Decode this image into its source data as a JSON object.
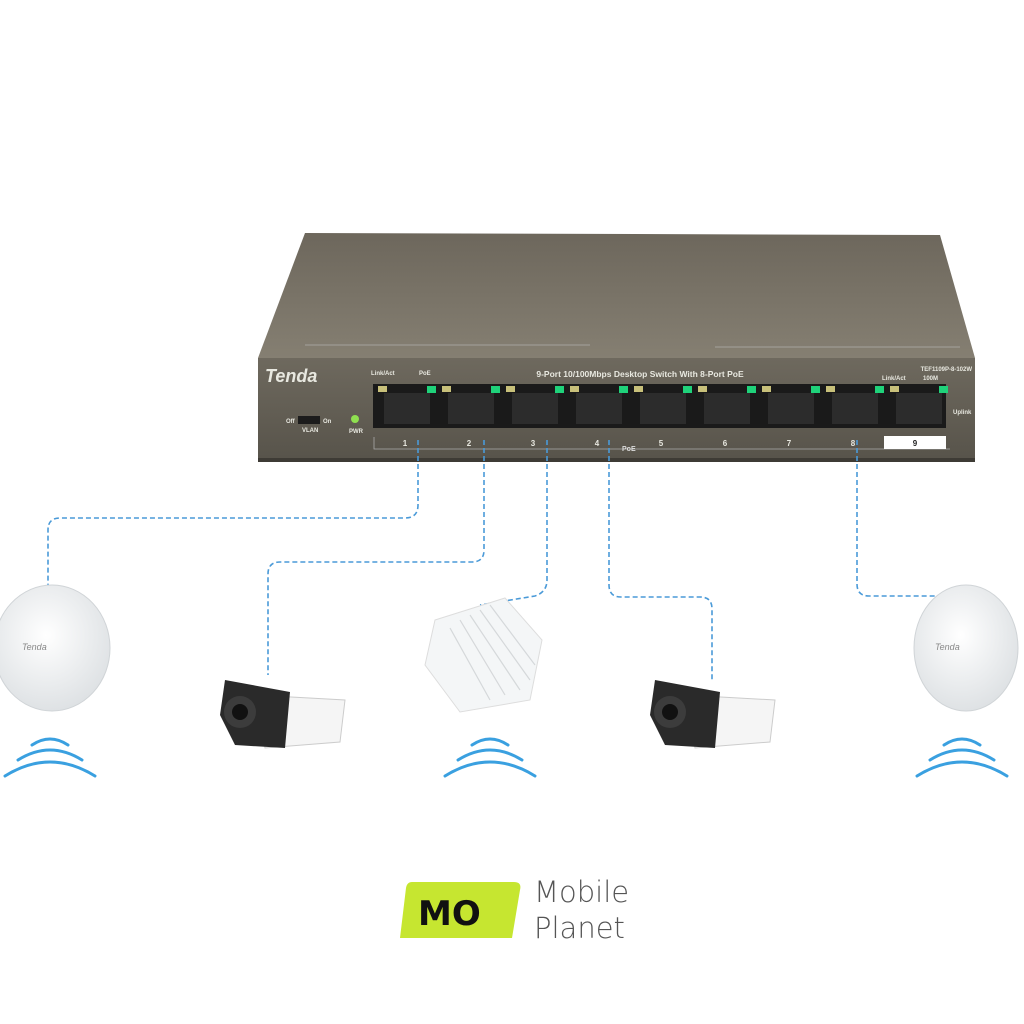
{
  "switch": {
    "brand": "Tenda",
    "title": "9-Port 10/100Mbps Desktop Switch With 8-Port PoE",
    "model": "TEF1109P-8-102W",
    "link_act_left": "Link/Act",
    "poe_left": "PoE",
    "link_act_right": "Link/Act",
    "speed_right": "100M",
    "uplink": "Uplink",
    "vlan_off": "Off",
    "vlan_on": "On",
    "vlan": "VLAN",
    "pwr": "PWR",
    "poe_bracket": "PoE",
    "ports": [
      "1",
      "2",
      "3",
      "4",
      "5",
      "6",
      "7",
      "8",
      "9"
    ]
  },
  "devices": {
    "ap_left_brand": "Tenda",
    "ap_right_brand": "Tenda"
  },
  "logo": {
    "mark": "MO",
    "line1": "Mobile",
    "line2": "Planet"
  },
  "colors": {
    "link": "#4a9ad8",
    "led_green": "#1fd27a",
    "led_amber": "#c8c07a",
    "logo_lime": "#c6e630"
  }
}
